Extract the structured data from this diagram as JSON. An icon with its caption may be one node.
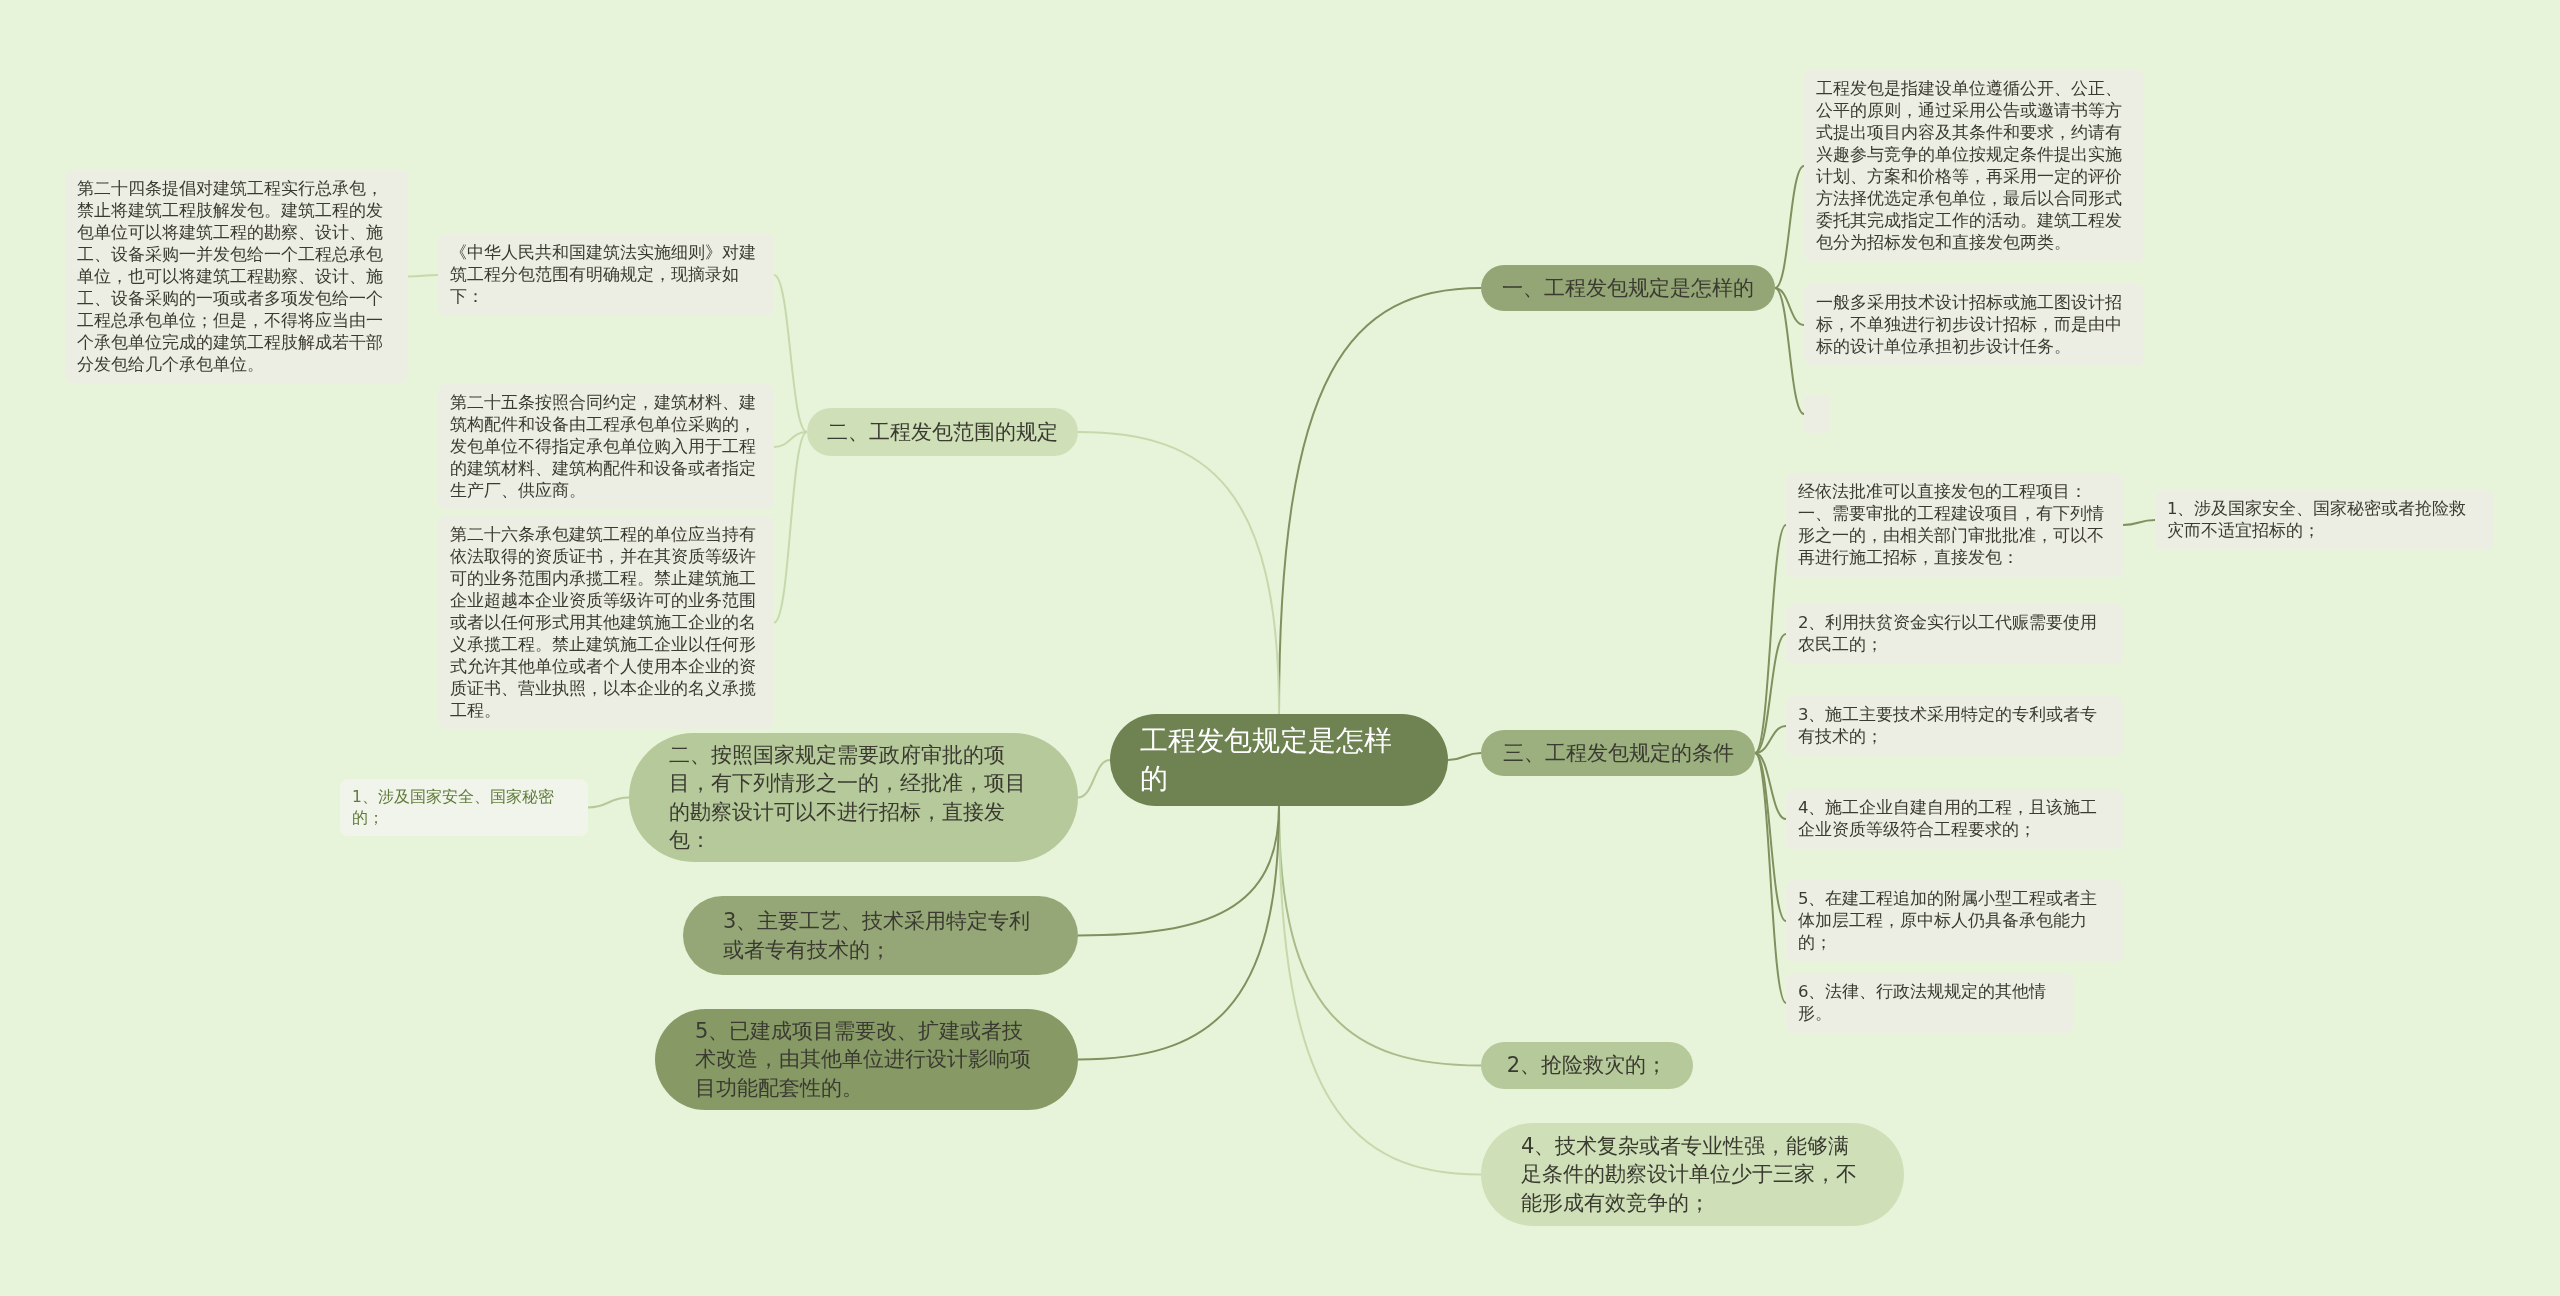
{
  "diagram": {
    "nodes": [
      {
        "text": [
          "工程发包规定是怎样的"
        ]
      },
      {
        "text": [
          "一、工程发包规定是怎样的"
        ]
      },
      {
        "text": [
          "工程发包是指建设单位遵循公开、公正、公平的原则，通过采用公告或邀请书等方式提出项目内容及其条件和要求，约请有兴趣参与竞争的单位按规定条件提出实施计划、方案和价格等，再采用一定的评价方法择优选定承包单位，最后以合同形式委托其完成指定工作的活动。建筑工程发包分为招标发包和直接发包两类。"
        ]
      },
      {
        "text": [
          "一般多采用技术设计招标或施工图设计招标，不单独进行初步设计招标，而是由中标的设计单位承担初步设计任务。"
        ]
      },
      {
        "text": [],
        "shape": "box"
      },
      {
        "text": [
          "三、工程发包规定的条件"
        ]
      },
      {
        "text": [
          "经依法批准可以直接发包的工程项目：一、需要审批的工程建设项目，有下列情形之一的，由相关部门审批批准，可以不再进行施工招标，直接发包："
        ]
      },
      {
        "text": [
          "1、涉及国家安全、国家秘密或者抢险救灾而不适宜招标的；"
        ]
      },
      {
        "text": [
          "2、利用扶贫资金实行以工代赈需要使用农民工的；"
        ]
      },
      {
        "text": [
          "3、施工主要技术采用特定的专利或者专有技术的；"
        ]
      },
      {
        "text": [
          "4、施工企业自建自用的工程，且该施工企业资质等级符合工程要求的；"
        ]
      },
      {
        "text": [
          "5、在建工程追加的附属小型工程或者主体加层工程，原中标人仍具备承包能力的；"
        ]
      },
      {
        "text": [
          "6、法律、行政法规规定的其他情形。"
        ]
      },
      {
        "text": [
          "2、抢险救灾的；"
        ]
      },
      {
        "text": [
          "4、技术复杂或者专业性强，能够满足条件的勘察设计单位少于三家，不能形成有效竞争的；"
        ]
      },
      {
        "text": [
          "二、工程发包范围的规定"
        ]
      },
      {
        "text": [
          "《中华人民共和国建筑法实施细则》对建筑工程分包范围有明确规定，现摘录如下："
        ]
      },
      {
        "text": [
          "第二十四条提倡对建筑工程实行总承包，禁止将建筑工程肢解发包。建筑工程的发包单位可以将建筑工程的勘察、设计、施工、设备采购一并发包给一个工程总承包单位，也可以将建筑工程勘察、设计、施工、设备采购的一项或者多项发包给一个工程总承包单位；但是，不得将应当由一个承包单位完成的建筑工程肢解成若干部分发包给几个承包单位。"
        ]
      },
      {
        "text": [
          "第二十五条按照合同约定，建筑材料、建筑构配件和设备由工程承包单位采购的，发包单位不得指定承包单位购入用于工程的建筑材料、建筑构配件和设备或者指定生产厂、供应商。"
        ]
      },
      {
        "text": [
          "第二十六条承包建筑工程的单位应当持有依法取得的资质证书，并在其资质等级许可的业务范围内承揽工程。禁止建筑施工企业超越本企业资质等级许可的业务范围或者以任何形式用其他建筑施工企业的名义承揽工程。禁止建筑施工企业以任何形式允许其他单位或者个人使用本企业的资质证书、营业执照，以本企业的名义承揽工程。"
        ]
      },
      {
        "text": [
          "二、按照国家规定需要政府审批的项目，有下列情形之一的，经批准，项目的勘察设计可以不进行招标，直接发包："
        ]
      },
      {
        "text": [
          "1、涉及国家安全、国家秘密的；"
        ]
      },
      {
        "text": [
          "3、主要工艺、技术采用特定专利或者专有技术的；"
        ]
      },
      {
        "text": [
          "5、已建成项目需要改、扩建或者技术改造，由其他单位进行设计影响项目功能配套性的。"
        ]
      }
    ],
    "edges": [
      {
        "from": 0,
        "to": 1,
        "arrow": "none"
      },
      {
        "from": 1,
        "to": 2,
        "arrow": "none"
      },
      {
        "from": 1,
        "to": 3,
        "arrow": "none"
      },
      {
        "from": 1,
        "to": 4,
        "arrow": "none"
      },
      {
        "from": 0,
        "to": 5,
        "arrow": "none"
      },
      {
        "from": 5,
        "to": 6,
        "arrow": "none"
      },
      {
        "from": 6,
        "to": 7,
        "arrow": "none"
      },
      {
        "from": 5,
        "to": 8,
        "arrow": "none"
      },
      {
        "from": 5,
        "to": 9,
        "arrow": "none"
      },
      {
        "from": 5,
        "to": 10,
        "arrow": "none"
      },
      {
        "from": 5,
        "to": 11,
        "arrow": "none"
      },
      {
        "from": 5,
        "to": 12,
        "arrow": "none"
      },
      {
        "from": 0,
        "to": 13,
        "arrow": "none",
        "color": "#a8bd8a"
      },
      {
        "from": 0,
        "to": 14,
        "arrow": "none",
        "color": "#c5d9ac"
      },
      {
        "from": 0,
        "to": 15,
        "arrow": "none",
        "color": "#c5d9ac"
      },
      {
        "from": 15,
        "to": 16,
        "arrow": "none",
        "color": "#c5d9ac"
      },
      {
        "from": 16,
        "to": 17,
        "arrow": "none",
        "color": "#c5d9ac"
      },
      {
        "from": 15,
        "to": 18,
        "arrow": "none",
        "color": "#c5d9ac"
      },
      {
        "from": 15,
        "to": 19,
        "arrow": "none",
        "color": "#c5d9ac"
      },
      {
        "from": 0,
        "to": 20,
        "arrow": "none",
        "color": "#b5c99a"
      },
      {
        "from": 20,
        "to": 21,
        "arrow": "none",
        "color": "#b5c99a"
      },
      {
        "from": 0,
        "to": 22,
        "arrow": "none"
      },
      {
        "from": 0,
        "to": 23,
        "arrow": "none"
      }
    ]
  }
}
